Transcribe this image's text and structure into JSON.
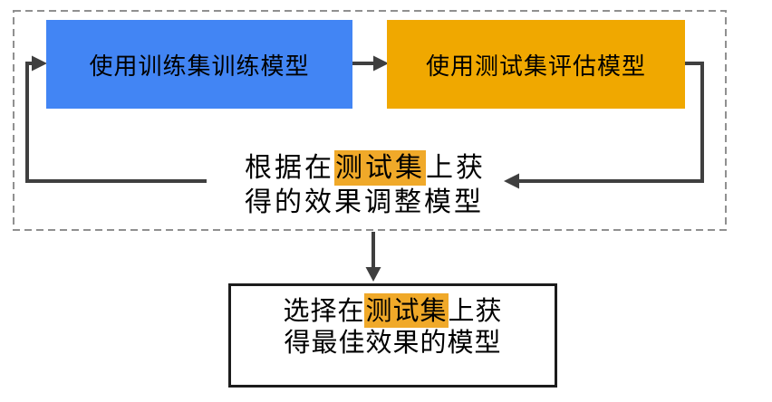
{
  "boxes": {
    "train": {
      "label": "使用训练集训练模型",
      "bg": "#4285F4"
    },
    "evaluate": {
      "label": "使用测试集评估模型",
      "bg": "#F0A800"
    }
  },
  "adjust_note": {
    "line1_before": "根据在",
    "line1_highlight": "测试集",
    "line1_after": "上获",
    "line2": "得的效果调整模型",
    "highlight_bg": "#F0A929"
  },
  "select_box": {
    "line1_before": "选择在",
    "line1_highlight": "测试集",
    "line1_after": "上获",
    "line2": "得最佳效果的模型",
    "highlight_bg": "#F0A929"
  },
  "colors": {
    "arrow": "#3F3F3F",
    "dashed_border": "#909090",
    "train_box_bg": "#4285F4",
    "evaluate_box_bg": "#F0A800",
    "highlight_bg": "#F0A929",
    "select_box_border": "#1C1C1C",
    "text": "#000000",
    "background": "#FFFFFF"
  }
}
